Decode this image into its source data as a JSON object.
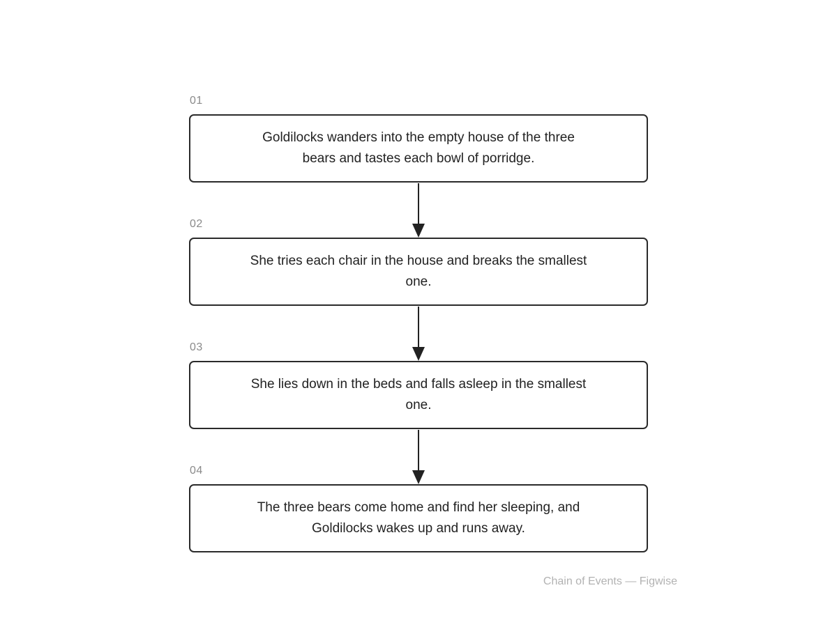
{
  "steps": [
    {
      "number": "01",
      "text": "Goldilocks wanders into the empty house of the three bears and tastes each bowl of porridge."
    },
    {
      "number": "02",
      "text": "She tries each chair in the house and breaks the smallest one."
    },
    {
      "number": "03",
      "text": "She lies down in the beds and falls asleep in the smallest one."
    },
    {
      "number": "04",
      "text": "The three bears come home and find her sleeping, and Goldilocks wakes up and runs away."
    }
  ],
  "footer": {
    "text": "Chain of Events — Figwise"
  }
}
